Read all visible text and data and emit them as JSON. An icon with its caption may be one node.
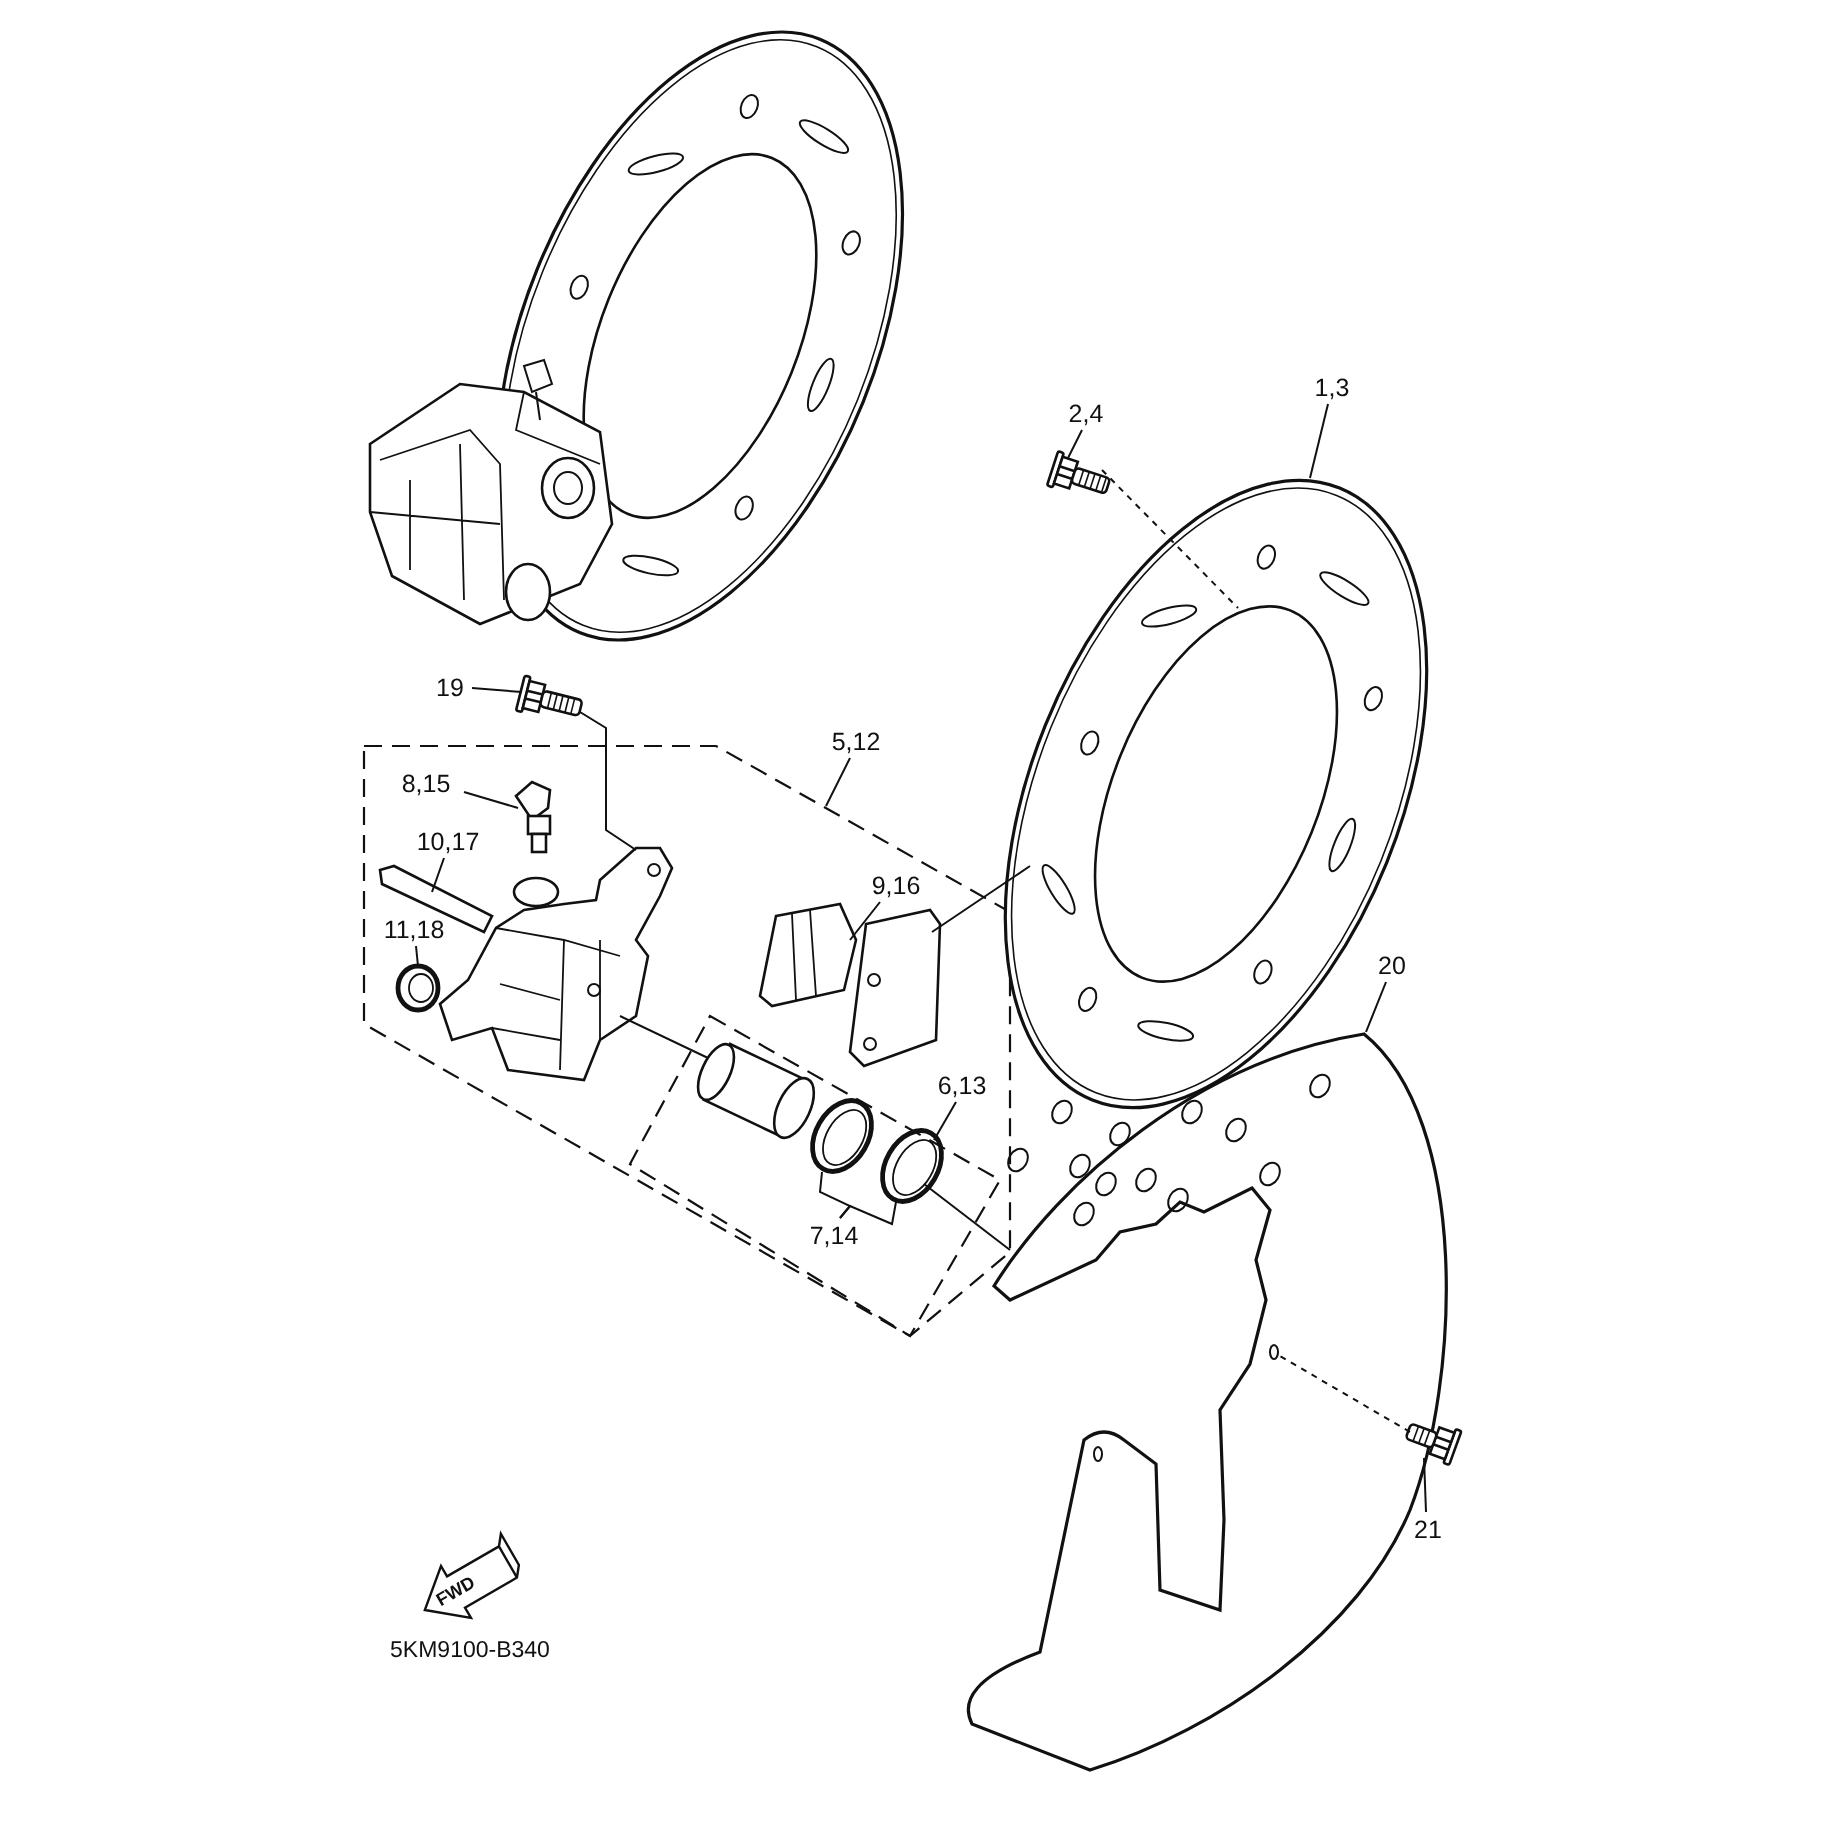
{
  "diagram": {
    "nodes": [
      {
        "text": [
          "2,4"
        ]
      },
      {
        "text": [
          "1,3"
        ]
      },
      {
        "text": [
          "19"
        ]
      },
      {
        "text": [
          "5,12"
        ]
      },
      {
        "text": [
          "8,15"
        ]
      },
      {
        "text": [
          "10,17"
        ]
      },
      {
        "text": [
          "9,16"
        ]
      },
      {
        "text": [
          "11,18"
        ]
      },
      {
        "text": [
          "6,13"
        ]
      },
      {
        "text": [
          "7,14"
        ]
      },
      {
        "text": [
          "20"
        ]
      },
      {
        "text": [
          "21"
        ]
      },
      {
        "text": [],
        "shape": "picture"
      },
      {
        "text": [],
        "shape": "picture"
      },
      {
        "text": [],
        "shape": "picture"
      },
      {
        "text": [],
        "shape": "picture"
      },
      {
        "text": [],
        "shape": "picture"
      },
      {
        "text": [],
        "shape": "picture"
      },
      {
        "text": [],
        "shape": "circle"
      },
      {
        "text": [],
        "shape": "picture"
      },
      {
        "text": [],
        "shape": "picture"
      },
      {
        "text": [],
        "shape": "circle"
      },
      {
        "text": [],
        "shape": "circle"
      },
      {
        "text": [],
        "shape": "picture"
      },
      {
        "text": [],
        "shape": "picture"
      }
    ],
    "edges": [
      {
        "from": 0,
        "to": 12,
        "arrow": "none"
      },
      {
        "from": 1,
        "to": 13,
        "arrow": "none"
      },
      {
        "from": 2,
        "to": 14,
        "arrow": "none"
      },
      {
        "from": 3,
        "to": null,
        "arrow": "none"
      },
      {
        "from": 4,
        "to": 15,
        "arrow": "none"
      },
      {
        "from": 5,
        "to": 16,
        "arrow": "none"
      },
      {
        "from": 6,
        "to": 19,
        "arrow": "none"
      },
      {
        "from": 7,
        "to": 18,
        "arrow": "none"
      },
      {
        "from": 8,
        "to": 22,
        "arrow": "none"
      },
      {
        "from": 9,
        "to": 21,
        "arrow": "none"
      },
      {
        "from": 9,
        "to": 22,
        "arrow": "none"
      },
      {
        "from": 10,
        "to": 23,
        "arrow": "none"
      },
      {
        "from": 11,
        "to": 24,
        "arrow": "none"
      },
      {
        "from": 12,
        "to": 13,
        "arrow": "none",
        "style": "dashed"
      },
      {
        "from": 14,
        "to": 17,
        "arrow": "none"
      },
      {
        "from": 19,
        "to": 13,
        "arrow": "none"
      },
      {
        "from": 17,
        "to": 20,
        "arrow": "none"
      },
      {
        "from": 22,
        "to": 23,
        "arrow": "none"
      },
      {
        "from": 24,
        "to": 23,
        "arrow": "none",
        "style": "dashed"
      }
    ],
    "labels": [
      "FWD",
      "5KM9100-B340"
    ]
  }
}
